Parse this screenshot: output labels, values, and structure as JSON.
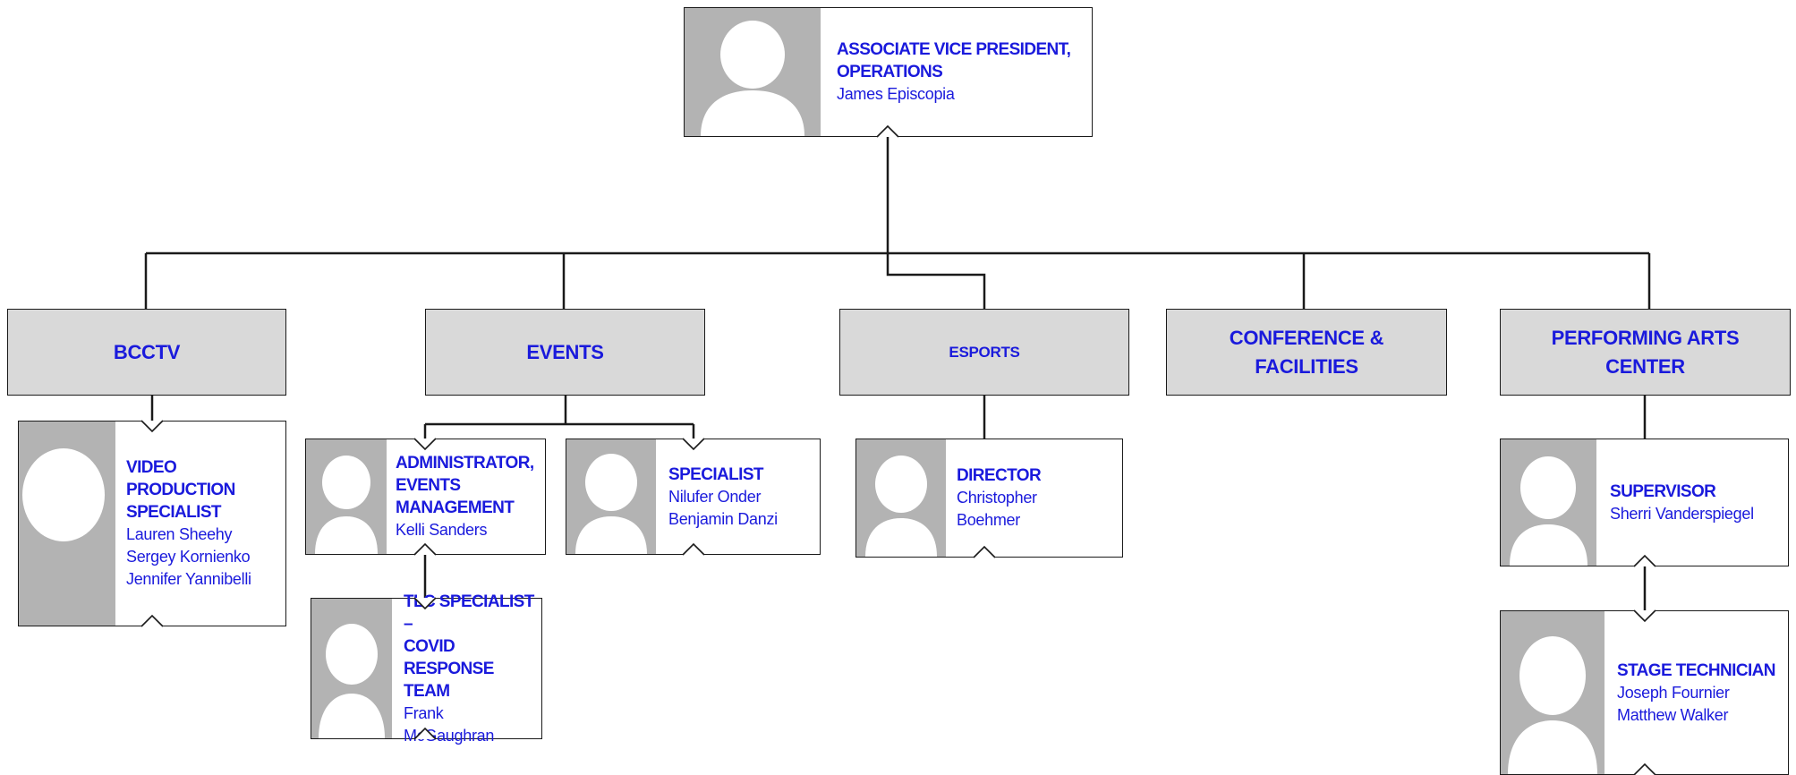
{
  "colors": {
    "text": "#1a1adc",
    "dept_fill": "#d9d9d9",
    "photo_placeholder": "#b3b3b3",
    "line": "#1a1a1a"
  },
  "top": {
    "title": "ASSOCIATE VICE PRESIDENT,\nOPERATIONS",
    "name": "James Episcopia"
  },
  "departments": {
    "bcctv": "BCCTV",
    "events": "EVENTS",
    "esports": "ESPORTS",
    "conference": "CONFERENCE &\nFACILITIES",
    "pac": "PERFORMING ARTS\nCENTER"
  },
  "positions": {
    "video": {
      "title": "VIDEO\nPRODUCTION\nSPECIALIST",
      "names": [
        "Lauren Sheehy",
        "Sergey Kornienko",
        "Jennifer Yannibelli"
      ]
    },
    "events_admin": {
      "title": "ADMINISTRATOR,\nEVENTS\nMANAGEMENT",
      "names": [
        "Kelli Sanders"
      ]
    },
    "events_specialist": {
      "title": "SPECIALIST",
      "names": [
        "Nilufer Onder",
        "Benjamin Danzi"
      ]
    },
    "tlc": {
      "title": "TLC SPECIALIST –\nCOVID RESPONSE\nTEAM",
      "names": [
        "Frank",
        "McGaughran"
      ]
    },
    "esports_director": {
      "title": "DIRECTOR",
      "names": [
        "Christopher",
        "Boehmer"
      ]
    },
    "pac_supervisor": {
      "title": "SUPERVISOR",
      "names": [
        "Sherri Vanderspiegel"
      ]
    },
    "stage_tech": {
      "title": "STAGE TECHNICIAN",
      "names": [
        "Joseph Fournier",
        "Matthew Walker"
      ]
    }
  }
}
